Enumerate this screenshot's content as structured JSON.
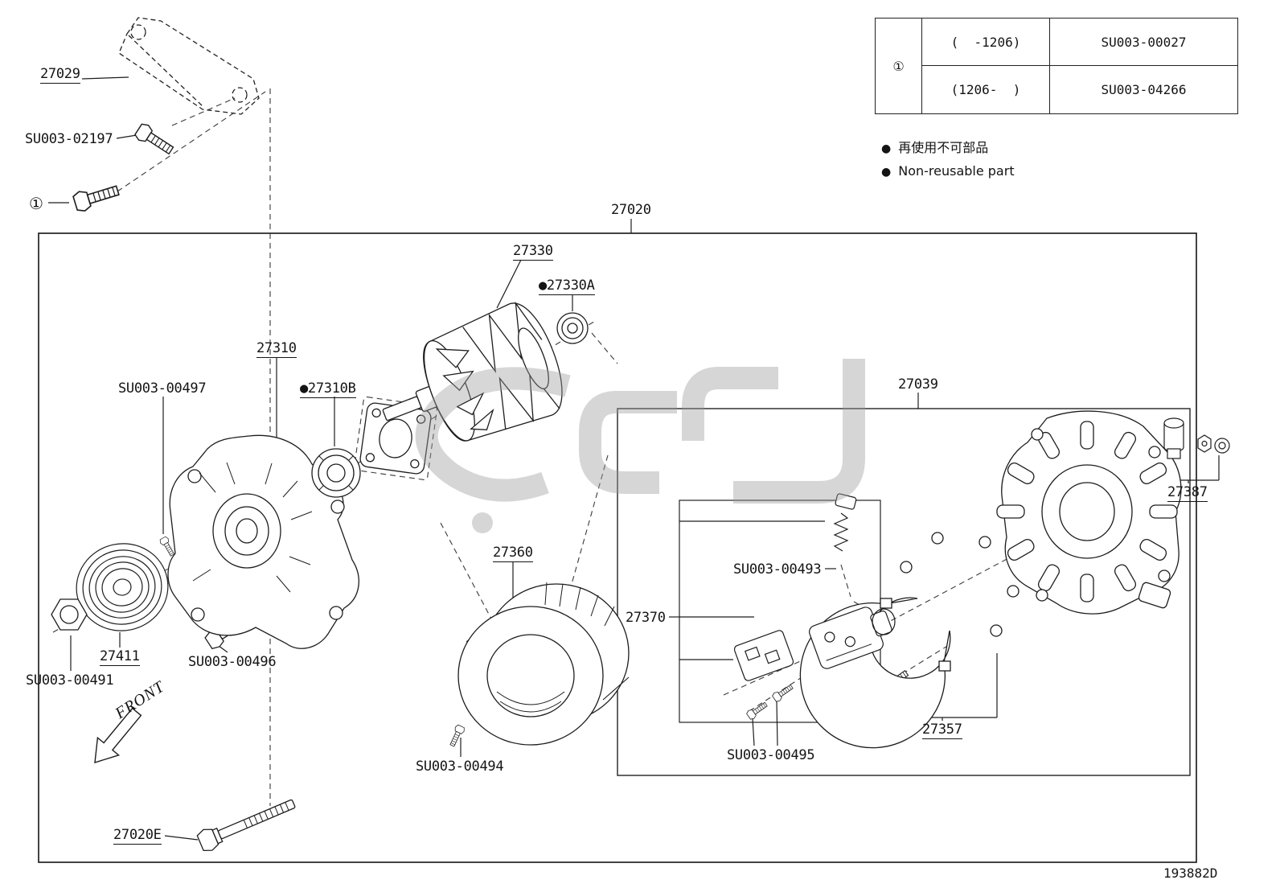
{
  "doc": {
    "code": "193882D"
  },
  "ref_table": {
    "symbol": "①",
    "rows": [
      {
        "range": "(  -1206)",
        "part_no": "SU003-00027"
      },
      {
        "range": "(1206-  )",
        "part_no": "SU003-04266"
      }
    ]
  },
  "legend": {
    "bullet": "●",
    "jp": "再使用不可部品",
    "en": "Non-reusable part"
  },
  "labels": {
    "p27029": "27029",
    "su003_02197": "SU003-02197",
    "ref1": "①",
    "p27020": "27020",
    "p27330": "27330",
    "p27330a": "●27330A",
    "p27310": "27310",
    "su003_00497": "SU003-00497",
    "p27310b": "●27310B",
    "p27039": "27039",
    "p27387": "27387",
    "p27360": "27360",
    "su003_00493": "SU003-00493",
    "p27370": "27370",
    "p27411": "27411",
    "su003_00491": "SU003-00491",
    "su003_00496": "SU003-00496",
    "su003_00494": "SU003-00494",
    "su003_00495": "SU003-00495",
    "p27357": "27357",
    "front": "FRONT",
    "p27020e": "27020E"
  }
}
